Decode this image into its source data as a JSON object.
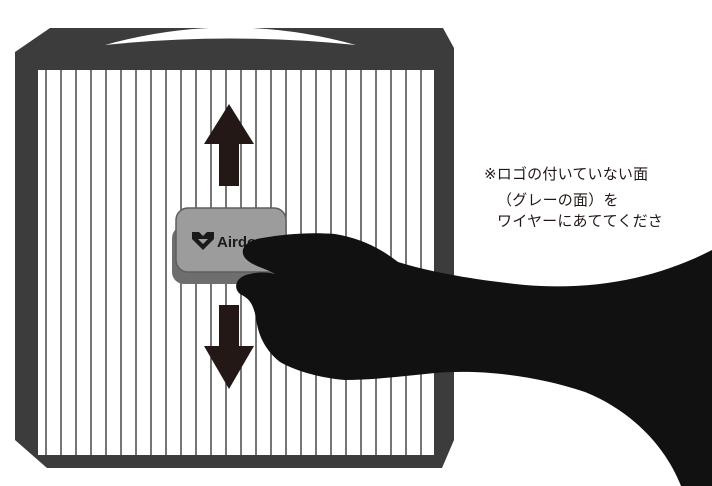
{
  "illustration": {
    "subject": "wire-filter-cleaning-instruction",
    "colors": {
      "frame": "#3c3c3c",
      "wire": "#3c3c3c",
      "panel_background": "#ffffff",
      "arrow": "#231815",
      "brush_body": "#8e8e8e",
      "brush_top": "#a9a9a9",
      "hand_silhouette": "#111111"
    },
    "direction_icons": [
      "arrow-up-icon",
      "arrow-down-icon"
    ]
  },
  "brush": {
    "brand_text": "Airdog",
    "logo_icon": "airdog-logo-icon"
  },
  "note": {
    "line1": "※ロゴの付いていない面",
    "line2": "（グレーの面）を",
    "line3": "ワイヤーにあててくださ"
  }
}
